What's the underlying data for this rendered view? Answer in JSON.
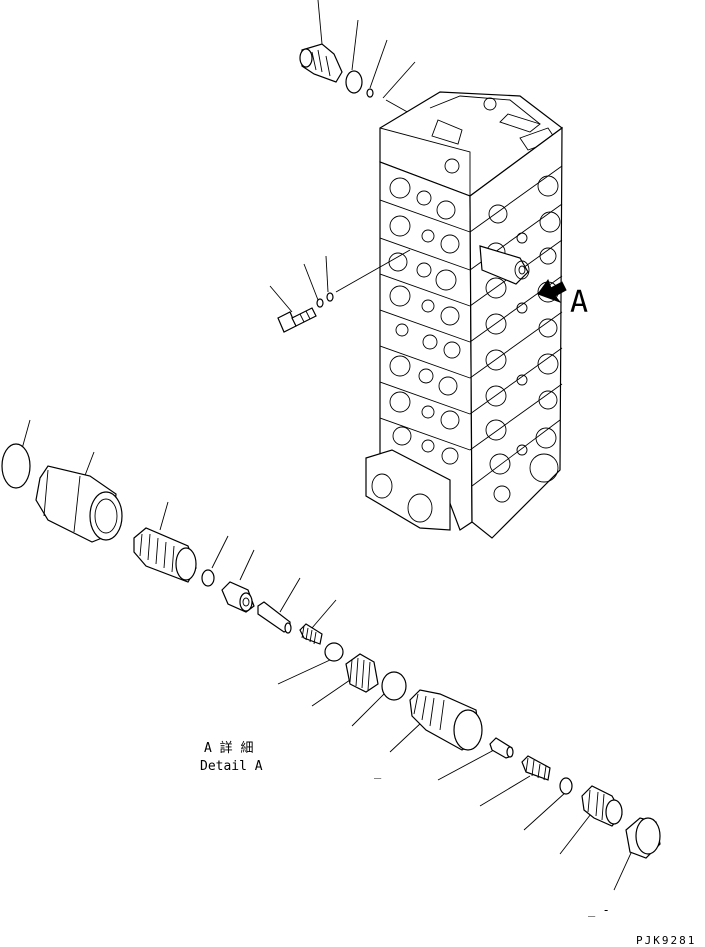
{
  "callout_letter": "A",
  "detail_caption_jp": "A 詳 細",
  "detail_caption_en": "Detail A",
  "drawing_code": "PJK9281",
  "stray_mark_1": "_",
  "stray_mark_2": "_ -"
}
